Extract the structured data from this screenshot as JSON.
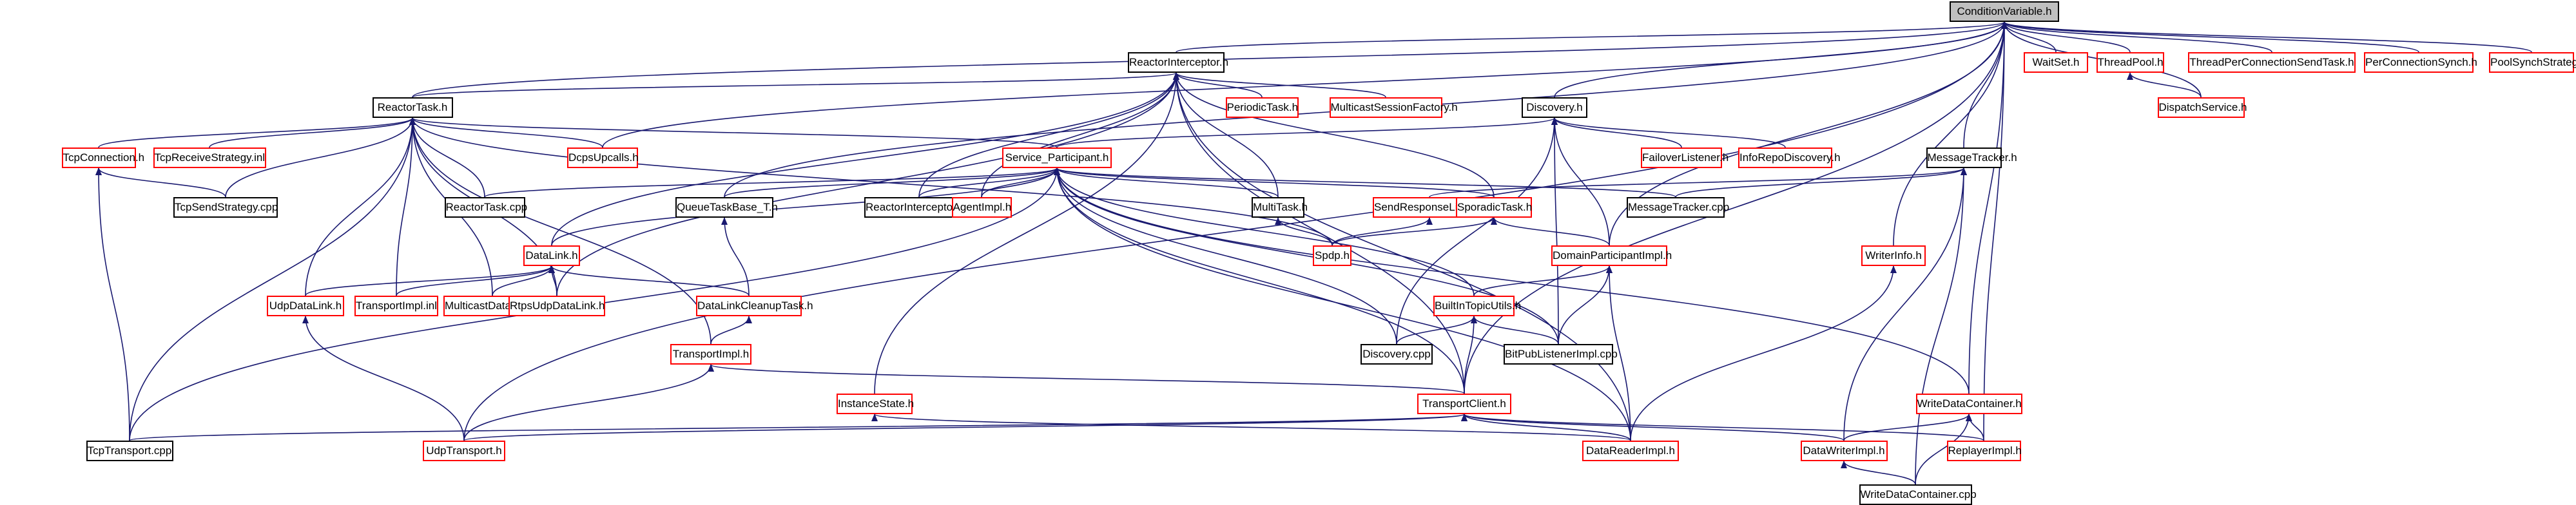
{
  "graph": {
    "type": "include-dependency-graph",
    "colors": {
      "edge": "#191970",
      "node_border": "#000000",
      "node_border_highlight": "#ff0000",
      "root_fill": "#bfbfbf"
    },
    "nodes": [
      {
        "id": "cv",
        "label": "ConditionVariable.h",
        "style": "root"
      },
      {
        "id": "ri",
        "label": "ReactorInterceptor.h",
        "style": "black"
      },
      {
        "id": "ws",
        "label": "WaitSet.h",
        "style": "red"
      },
      {
        "id": "tp",
        "label": "ThreadPool.h",
        "style": "red"
      },
      {
        "id": "tpcst",
        "label": "ThreadPerConnectionSendTask.h",
        "style": "red"
      },
      {
        "id": "pcs",
        "label": "PerConnectionSynch.h",
        "style": "red"
      },
      {
        "id": "pss",
        "label": "PoolSynchStrategy.h",
        "style": "red"
      },
      {
        "id": "rt",
        "label": "ReactorTask.h",
        "style": "black"
      },
      {
        "id": "pt",
        "label": "PeriodicTask.h",
        "style": "red"
      },
      {
        "id": "msf",
        "label": "MulticastSessionFactory.h",
        "style": "red"
      },
      {
        "id": "disc",
        "label": "Discovery.h",
        "style": "black"
      },
      {
        "id": "ds",
        "label": "DispatchService.h",
        "style": "red"
      },
      {
        "id": "tc",
        "label": "TcpConnection.h",
        "style": "red"
      },
      {
        "id": "trs",
        "label": "TcpReceiveStrategy.inl",
        "style": "red"
      },
      {
        "id": "du",
        "label": "DcpsUpcalls.h",
        "style": "red"
      },
      {
        "id": "sp",
        "label": "Service_Participant.h",
        "style": "red"
      },
      {
        "id": "fl",
        "label": "FailoverListener.h",
        "style": "red"
      },
      {
        "id": "ird",
        "label": "InfoRepoDiscovery.h",
        "style": "red"
      },
      {
        "id": "mt",
        "label": "MessageTracker.h",
        "style": "black"
      },
      {
        "id": "tss",
        "label": "TcpSendStrategy.cpp",
        "style": "black"
      },
      {
        "id": "rtcpp",
        "label": "ReactorTask.cpp",
        "style": "black"
      },
      {
        "id": "qtb",
        "label": "QueueTaskBase_T.h",
        "style": "black"
      },
      {
        "id": "ricpp",
        "label": "ReactorInterceptor.cpp",
        "style": "black"
      },
      {
        "id": "ai",
        "label": "AgentImpl.h",
        "style": "red"
      },
      {
        "id": "mtask",
        "label": "MultiTask.h",
        "style": "black"
      },
      {
        "id": "srl",
        "label": "SendResponseListener.h",
        "style": "red"
      },
      {
        "id": "st",
        "label": "SporadicTask.h",
        "style": "red"
      },
      {
        "id": "mtcpp",
        "label": "MessageTracker.cpp",
        "style": "black"
      },
      {
        "id": "dl",
        "label": "DataLink.h",
        "style": "red"
      },
      {
        "id": "spdp",
        "label": "Spdp.h",
        "style": "red"
      },
      {
        "id": "dpi",
        "label": "DomainParticipantImpl.h",
        "style": "red"
      },
      {
        "id": "wi",
        "label": "WriterInfo.h",
        "style": "red"
      },
      {
        "id": "udl",
        "label": "UdpDataLink.h",
        "style": "red"
      },
      {
        "id": "ti",
        "label": "TransportImpl.inl",
        "style": "red"
      },
      {
        "id": "mdl",
        "label": "MulticastDataLink.h",
        "style": "red"
      },
      {
        "id": "rudl",
        "label": "RtpsUdpDataLink.h",
        "style": "red"
      },
      {
        "id": "dlct",
        "label": "DataLinkCleanupTask.h",
        "style": "red"
      },
      {
        "id": "btu",
        "label": "BuiltInTopicUtils.h",
        "style": "red"
      },
      {
        "id": "disccpp",
        "label": "Discovery.cpp",
        "style": "black"
      },
      {
        "id": "bpli",
        "label": "BitPubListenerImpl.cpp",
        "style": "black"
      },
      {
        "id": "tih",
        "label": "TransportImpl.h",
        "style": "red"
      },
      {
        "id": "is",
        "label": "InstanceState.h",
        "style": "red"
      },
      {
        "id": "tcl",
        "label": "TransportClient.h",
        "style": "red"
      },
      {
        "id": "wdc",
        "label": "WriteDataContainer.h",
        "style": "red"
      },
      {
        "id": "ttcpp",
        "label": "TcpTransport.cpp",
        "style": "black"
      },
      {
        "id": "ut",
        "label": "UdpTransport.h",
        "style": "red"
      },
      {
        "id": "dri",
        "label": "DataReaderImpl.h",
        "style": "red"
      },
      {
        "id": "dwi",
        "label": "DataWriterImpl.h",
        "style": "red"
      },
      {
        "id": "rpi",
        "label": "ReplayerImpl.h",
        "style": "red"
      },
      {
        "id": "wdccpp",
        "label": "WriteDataContainer.cpp",
        "style": "black"
      }
    ],
    "edges": [
      [
        "ri",
        "cv"
      ],
      [
        "ws",
        "cv"
      ],
      [
        "tp",
        "cv"
      ],
      [
        "tpcst",
        "cv"
      ],
      [
        "pcs",
        "cv"
      ],
      [
        "pss",
        "cv"
      ],
      [
        "rt",
        "cv"
      ],
      [
        "du",
        "cv"
      ],
      [
        "qtb",
        "cv"
      ],
      [
        "disc",
        "cv"
      ],
      [
        "mt",
        "cv"
      ],
      [
        "wi",
        "cv"
      ],
      [
        "wdc",
        "cv"
      ],
      [
        "rpi",
        "cv"
      ],
      [
        "ut",
        "cv"
      ],
      [
        "ds",
        "cv"
      ],
      [
        "ds",
        "tp"
      ],
      [
        "dpi",
        "cv"
      ],
      [
        "tcl",
        "cv"
      ],
      [
        "rt",
        "ri"
      ],
      [
        "pt",
        "ri"
      ],
      [
        "msf",
        "ri"
      ],
      [
        "ricpp",
        "ri"
      ],
      [
        "ai",
        "ri"
      ],
      [
        "mtask",
        "ri"
      ],
      [
        "st",
        "ri"
      ],
      [
        "rudl",
        "ri"
      ],
      [
        "is",
        "ri"
      ],
      [
        "dri",
        "ri"
      ],
      [
        "dl",
        "ri"
      ],
      [
        "tcl",
        "ri"
      ],
      [
        "tc",
        "rt"
      ],
      [
        "trs",
        "rt"
      ],
      [
        "du",
        "rt"
      ],
      [
        "sp",
        "rt"
      ],
      [
        "rtcpp",
        "rt"
      ],
      [
        "ttcpp",
        "rt"
      ],
      [
        "tss",
        "rt"
      ],
      [
        "udl",
        "rt"
      ],
      [
        "ti",
        "rt"
      ],
      [
        "mdl",
        "rt"
      ],
      [
        "rudl",
        "rt"
      ],
      [
        "tih",
        "rt"
      ],
      [
        "spdp",
        "rt"
      ],
      [
        "sp",
        "disc"
      ],
      [
        "fl",
        "disc"
      ],
      [
        "ird",
        "disc"
      ],
      [
        "disccpp",
        "disc"
      ],
      [
        "bpli",
        "disc"
      ],
      [
        "dpi",
        "disc"
      ],
      [
        "rtcpp",
        "sp"
      ],
      [
        "qtb",
        "sp"
      ],
      [
        "ricpp",
        "sp"
      ],
      [
        "ai",
        "sp"
      ],
      [
        "mtask",
        "sp"
      ],
      [
        "st",
        "sp"
      ],
      [
        "mtcpp",
        "sp"
      ],
      [
        "dl",
        "sp"
      ],
      [
        "tcl",
        "sp"
      ],
      [
        "disccpp",
        "sp"
      ],
      [
        "btu",
        "sp"
      ],
      [
        "bpli",
        "sp"
      ],
      [
        "ttcpp",
        "sp"
      ],
      [
        "dri",
        "sp"
      ],
      [
        "wdc",
        "sp"
      ],
      [
        "tss",
        "tc"
      ],
      [
        "ttcpp",
        "tc"
      ],
      [
        "srl",
        "mt"
      ],
      [
        "mtcpp",
        "mt"
      ],
      [
        "dwi",
        "mt"
      ],
      [
        "wdccpp",
        "mt"
      ],
      [
        "dlct",
        "qtb"
      ],
      [
        "spdp",
        "mtask"
      ],
      [
        "spdp",
        "st"
      ],
      [
        "spdp",
        "srl"
      ],
      [
        "dpi",
        "st"
      ],
      [
        "udl",
        "dl"
      ],
      [
        "ti",
        "dl"
      ],
      [
        "mdl",
        "dl"
      ],
      [
        "rudl",
        "dl"
      ],
      [
        "dlct",
        "dl"
      ],
      [
        "btu",
        "dpi"
      ],
      [
        "bpli",
        "dpi"
      ],
      [
        "dri",
        "dpi"
      ],
      [
        "dri",
        "wi"
      ],
      [
        "ut",
        "udl"
      ],
      [
        "tih",
        "dlct"
      ],
      [
        "ut",
        "tih"
      ],
      [
        "tcl",
        "tih"
      ],
      [
        "disccpp",
        "btu"
      ],
      [
        "bpli",
        "btu"
      ],
      [
        "tcl",
        "btu"
      ],
      [
        "dri",
        "is"
      ],
      [
        "ttcpp",
        "tcl"
      ],
      [
        "ut",
        "tcl"
      ],
      [
        "dri",
        "tcl"
      ],
      [
        "dwi",
        "tcl"
      ],
      [
        "rpi",
        "tcl"
      ],
      [
        "dwi",
        "wdc"
      ],
      [
        "rpi",
        "wdc"
      ],
      [
        "wdccpp",
        "wdc"
      ],
      [
        "wdccpp",
        "dwi"
      ]
    ]
  }
}
